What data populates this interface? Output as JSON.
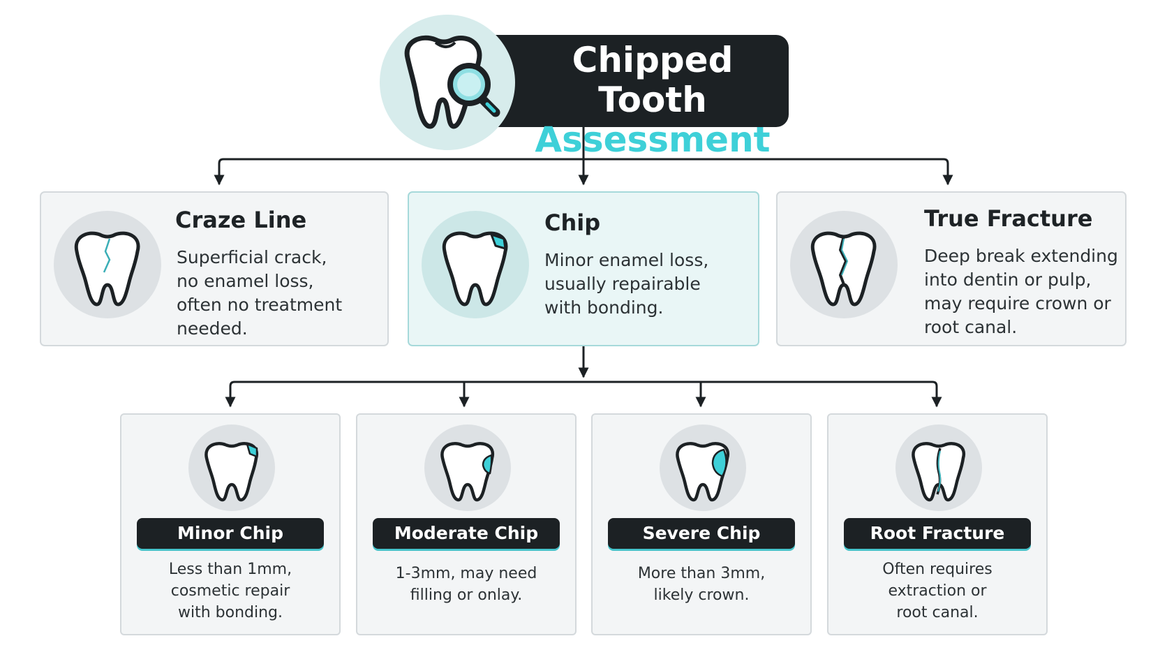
{
  "header": {
    "title_line1": "Chipped Tooth",
    "title_line2": "Assessment",
    "icon": "tooth-magnifier-icon"
  },
  "categories": [
    {
      "title": "Craze Line",
      "description": "Superficial crack,\nno enamel loss,\noften no treatment\nneeded.",
      "icon": "cracked-tooth-icon"
    },
    {
      "title": "Chip",
      "description": "Minor enamel loss,\nusually repairable\nwith bonding.",
      "icon": "chipped-tooth-icon"
    },
    {
      "title": "True Fracture",
      "description": "Deep break extending\ninto dentin or pulp,\nmay require crown or\nroot canal.",
      "icon": "fractured-tooth-icon"
    }
  ],
  "severities": [
    {
      "label": "Minor Chip",
      "description": "Less than 1mm,\ncosmetic repair\nwith bonding.",
      "icon": "minor-chip-tooth-icon"
    },
    {
      "label": "Moderate Chip",
      "description": "1-3mm, may need\nfilling or onlay.",
      "icon": "moderate-chip-tooth-icon"
    },
    {
      "label": "Severe Chip",
      "description": "More than 3mm,\nlikely crown.",
      "icon": "severe-chip-tooth-icon"
    },
    {
      "label": "Root Fracture",
      "description": "Often requires\nextraction or\nroot canal.",
      "icon": "root-fracture-tooth-icon"
    }
  ],
  "colors": {
    "dark": "#1c2124",
    "accent": "#3ed0d8",
    "card_background": "#f3f5f6",
    "highlight_background": "#e9f6f6"
  }
}
